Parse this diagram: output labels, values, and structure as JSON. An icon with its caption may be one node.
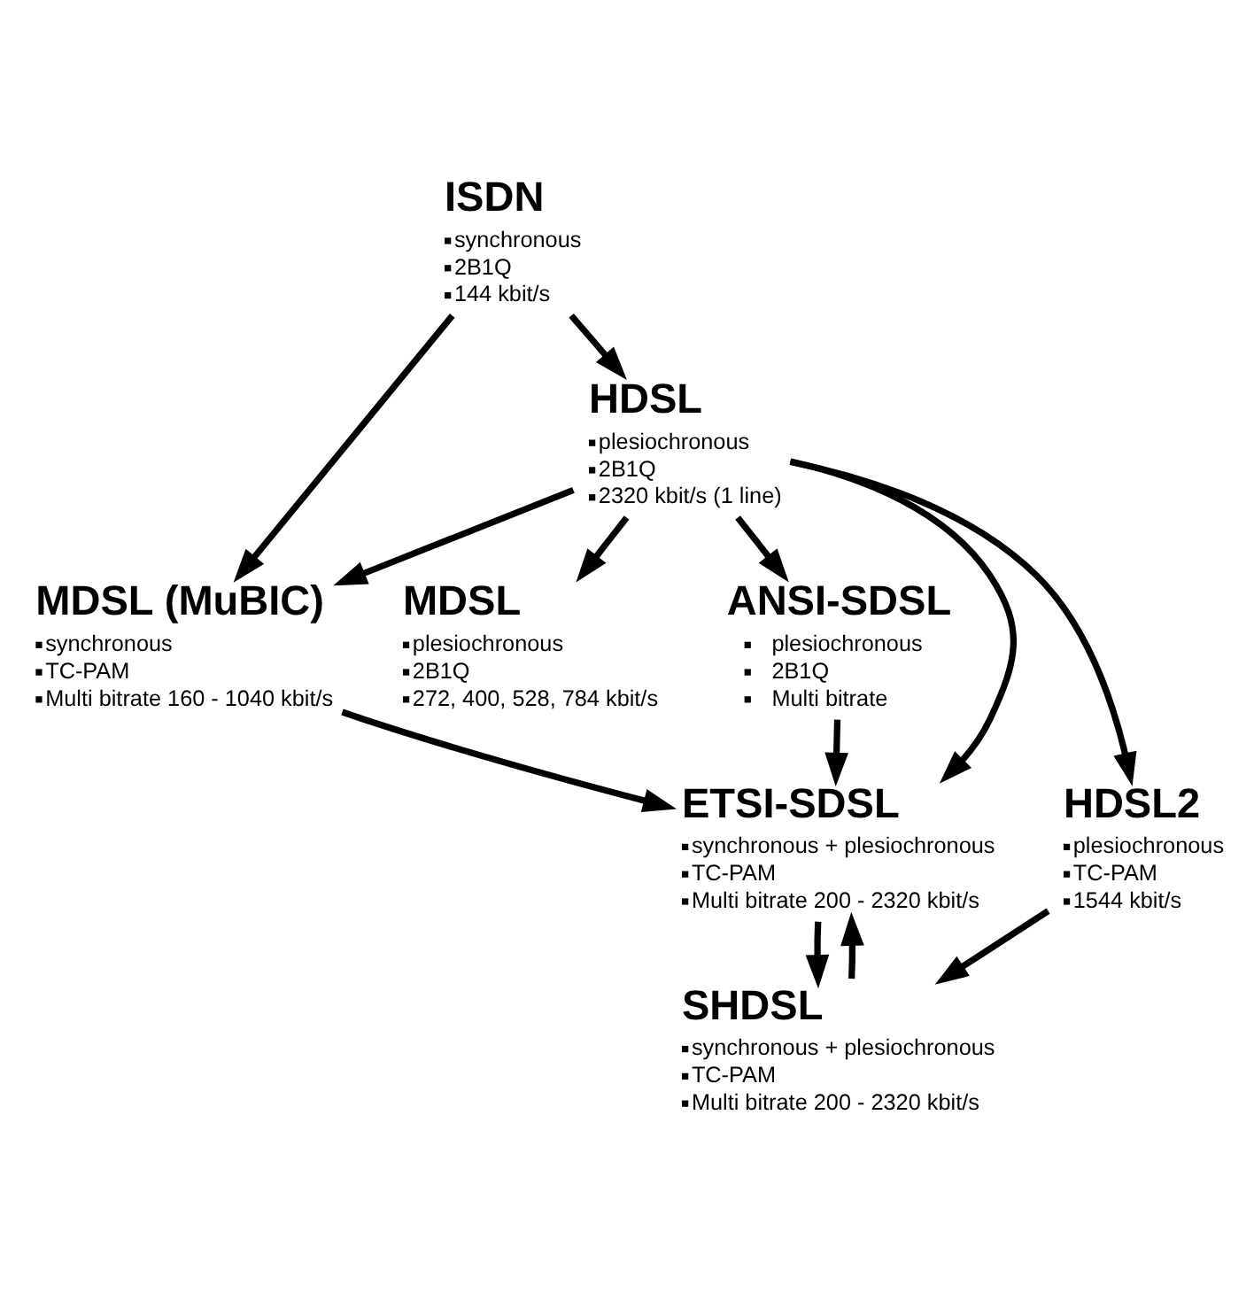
{
  "diagram": {
    "nodes": [
      {
        "text": [
          "ISDN",
          "synchronous",
          "2B1Q",
          "144 kbit/s"
        ]
      },
      {
        "text": [
          "HDSL",
          "plesiochronous",
          "2B1Q",
          "2320 kbit/s (1 line)"
        ]
      },
      {
        "text": [
          "MDSL (MuBIC)",
          "synchronous",
          "TC-PAM",
          "Multi bitrate 160 - 1040 kbit/s"
        ]
      },
      {
        "text": [
          "MDSL",
          "plesiochronous",
          "2B1Q",
          "272, 400, 528, 784 kbit/s"
        ]
      },
      {
        "text": [
          "ANSI-SDSL",
          "plesiochronous",
          "2B1Q",
          "Multi bitrate"
        ]
      },
      {
        "text": [
          "HDSL2",
          "plesiochronous",
          "TC-PAM",
          "1544 kbit/s"
        ]
      },
      {
        "text": [
          "ETSI-SDSL",
          "synchronous + plesiochronous",
          "TC-PAM",
          "Multi bitrate 200 - 2320 kbit/s"
        ]
      },
      {
        "text": [
          "SHDSL",
          "synchronous + plesiochronous",
          "TC-PAM",
          "Multi bitrate 200 - 2320 kbit/s"
        ]
      }
    ],
    "edges": [
      {
        "from": 0,
        "to": 1,
        "arrow": "to"
      },
      {
        "from": 0,
        "to": 2,
        "arrow": "to"
      },
      {
        "from": 1,
        "to": 2,
        "arrow": "to"
      },
      {
        "from": 1,
        "to": 3,
        "arrow": "to"
      },
      {
        "from": 1,
        "to": 4,
        "arrow": "to"
      },
      {
        "from": 1,
        "to": 5,
        "arrow": "to"
      },
      {
        "from": 1,
        "to": 6,
        "arrow": "to"
      },
      {
        "from": 2,
        "to": 6,
        "arrow": "to"
      },
      {
        "from": 4,
        "to": 6,
        "arrow": "to"
      },
      {
        "from": 5,
        "to": 7,
        "arrow": "to"
      },
      {
        "from": 6,
        "to": 7,
        "arrow": "to"
      },
      {
        "from": 7,
        "to": 6,
        "arrow": "to"
      }
    ]
  }
}
